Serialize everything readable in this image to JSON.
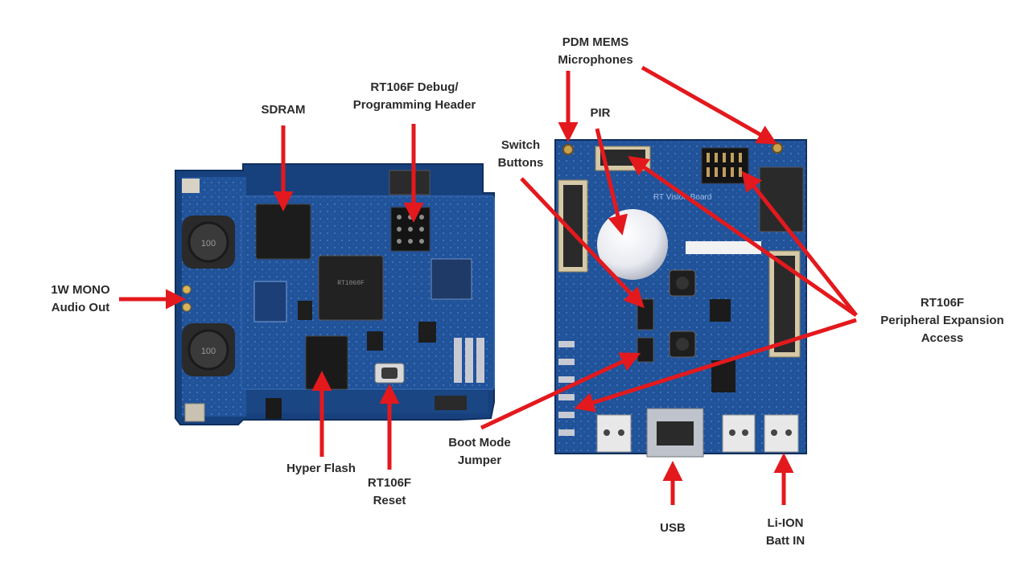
{
  "colors": {
    "arrow": "#e3191d",
    "board_blue": "#1f4f93",
    "board_edge": "#163b72",
    "label_text": "#2b2b2b"
  },
  "labels": {
    "sdram": [
      "SDRAM"
    ],
    "debug_header": [
      "RT106F Debug/",
      "Programming Header"
    ],
    "audio_out": [
      "1W MONO",
      "Audio Out"
    ],
    "hyper_flash": [
      "Hyper Flash"
    ],
    "reset": [
      "RT106F",
      "Reset"
    ],
    "pdm_mics": [
      "PDM MEMS",
      "Microphones"
    ],
    "pir": [
      "PIR"
    ],
    "switch_buttons": [
      "Switch",
      "Buttons"
    ],
    "peripheral_expansion": [
      "RT106F",
      "Peripheral Expansion",
      "Access"
    ],
    "boot_mode": [
      "Boot Mode",
      "Jumper"
    ],
    "usb": [
      "USB"
    ],
    "battery": [
      "Li-ION",
      "Batt IN"
    ]
  },
  "board_markings": {
    "chip_text": "RT1060F",
    "silk_text": "RT Vision Board"
  }
}
